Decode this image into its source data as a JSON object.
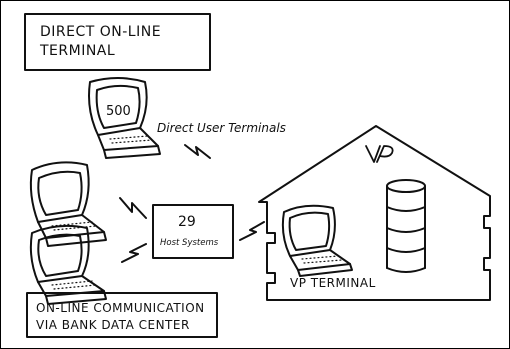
{
  "title_box": {
    "line1": "DIRECT ON-LINE",
    "line2": "TERMINAL"
  },
  "direct_terminal": {
    "count": "500",
    "label": "Direct User Terminals"
  },
  "host": {
    "count": "29",
    "label": "Host Systems"
  },
  "data_center": {
    "logo": "VP",
    "terminal_label": "VP TERMINAL"
  },
  "bottom_box": {
    "line1": "ON-LINE COMMUNICATION",
    "line2": "VIA BANK DATA CENTER"
  }
}
